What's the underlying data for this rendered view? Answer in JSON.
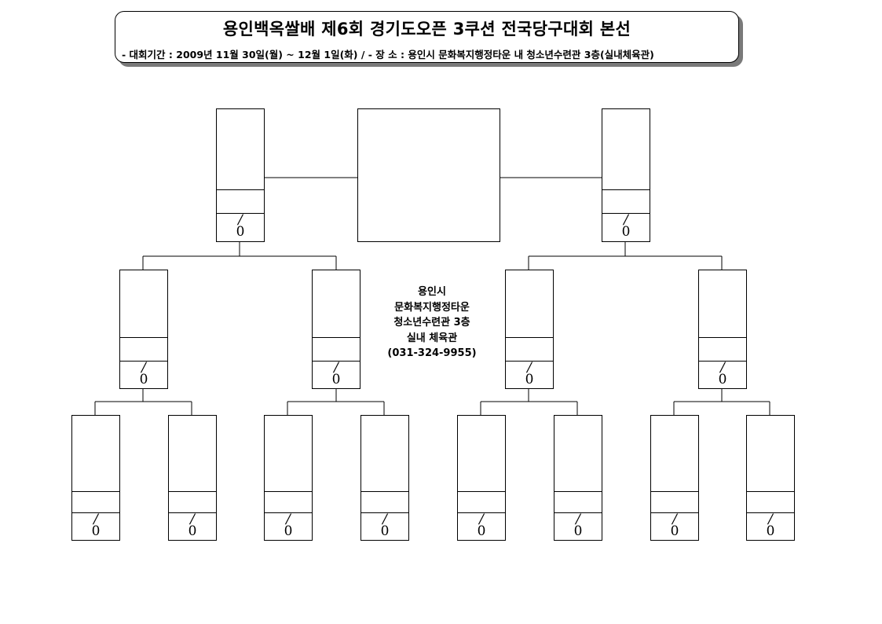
{
  "header": {
    "title": "용인백옥쌀배 제6회 경기도오픈 3쿠션 전국당구대회 본선",
    "subtitle": "- 대회기간 : 2009년 11월 30일(월) ~ 12월 1일(화)   /   - 장 소 : 용인시 문화복지행정타운 내 청소년수련관 3층(실내체육관)"
  },
  "venue": {
    "line1": "용인시",
    "line2": "문화복지행정타운",
    "line3": "청소년수련관 3층",
    "line4": "실내 체육관",
    "line5": "(031-324-9955)"
  },
  "score": {
    "slash": "/",
    "zero": "0"
  }
}
